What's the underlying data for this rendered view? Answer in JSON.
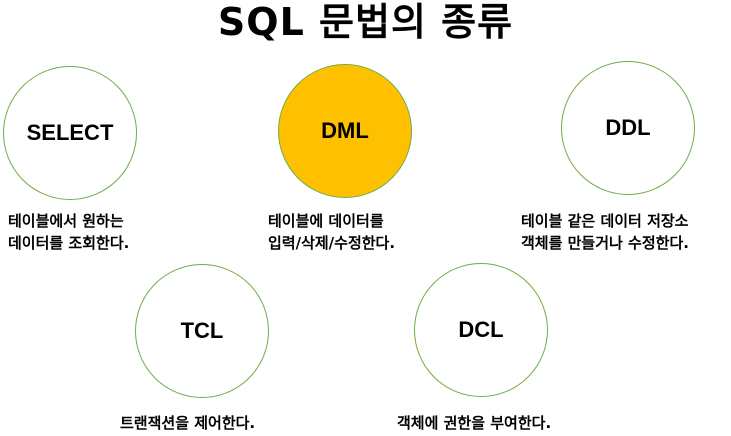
{
  "title": "SQL 문법의 종류",
  "colors": {
    "circle_border": "#70ad47",
    "highlight_fill": "#ffc000"
  },
  "nodes": [
    {
      "label": "SELECT",
      "highlighted": false,
      "desc": [
        "테이블에서 원하는",
        "데이터를 조회한다."
      ]
    },
    {
      "label": "DML",
      "highlighted": true,
      "desc": [
        "테이블에 데이터를",
        "입력/삭제/수정한다."
      ]
    },
    {
      "label": "DDL",
      "highlighted": false,
      "desc": [
        "테이블 같은 데이터 저장소",
        "객체를 만들거나 수정한다."
      ]
    },
    {
      "label": "TCL",
      "highlighted": false,
      "desc": [
        "트랜잭션을 제어한다."
      ]
    },
    {
      "label": "DCL",
      "highlighted": false,
      "desc": [
        "객체에 권한을 부여한다."
      ]
    }
  ]
}
